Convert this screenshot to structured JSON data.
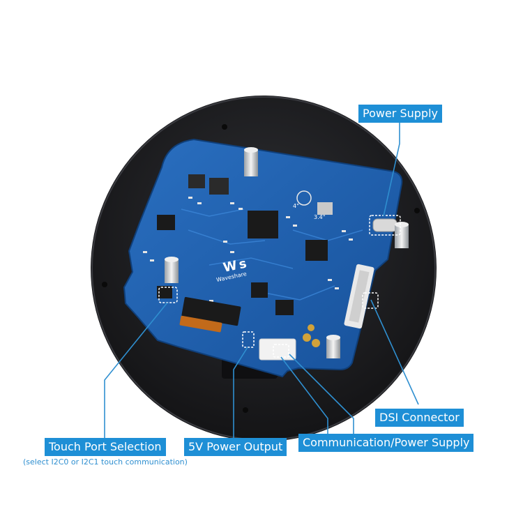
{
  "board": {
    "brand": "Waveshare",
    "size_marks": [
      "4\"",
      "3.4\""
    ]
  },
  "labels": {
    "power_supply": "Power Supply",
    "dsi_connector": "DSI Connector",
    "touch_port_selection": "Touch Port Selection",
    "touch_port_note": "(select I2C0 or I2C1 touch communication)",
    "five_v_output": "5V Power Output",
    "comm_power_supply": "Communication/Power Supply"
  },
  "colors": {
    "label_bg": "#1e8fd6",
    "board_blue": "#1d5fae",
    "disc": "#1c1c1e",
    "leader_line": "#2f8fd0"
  }
}
